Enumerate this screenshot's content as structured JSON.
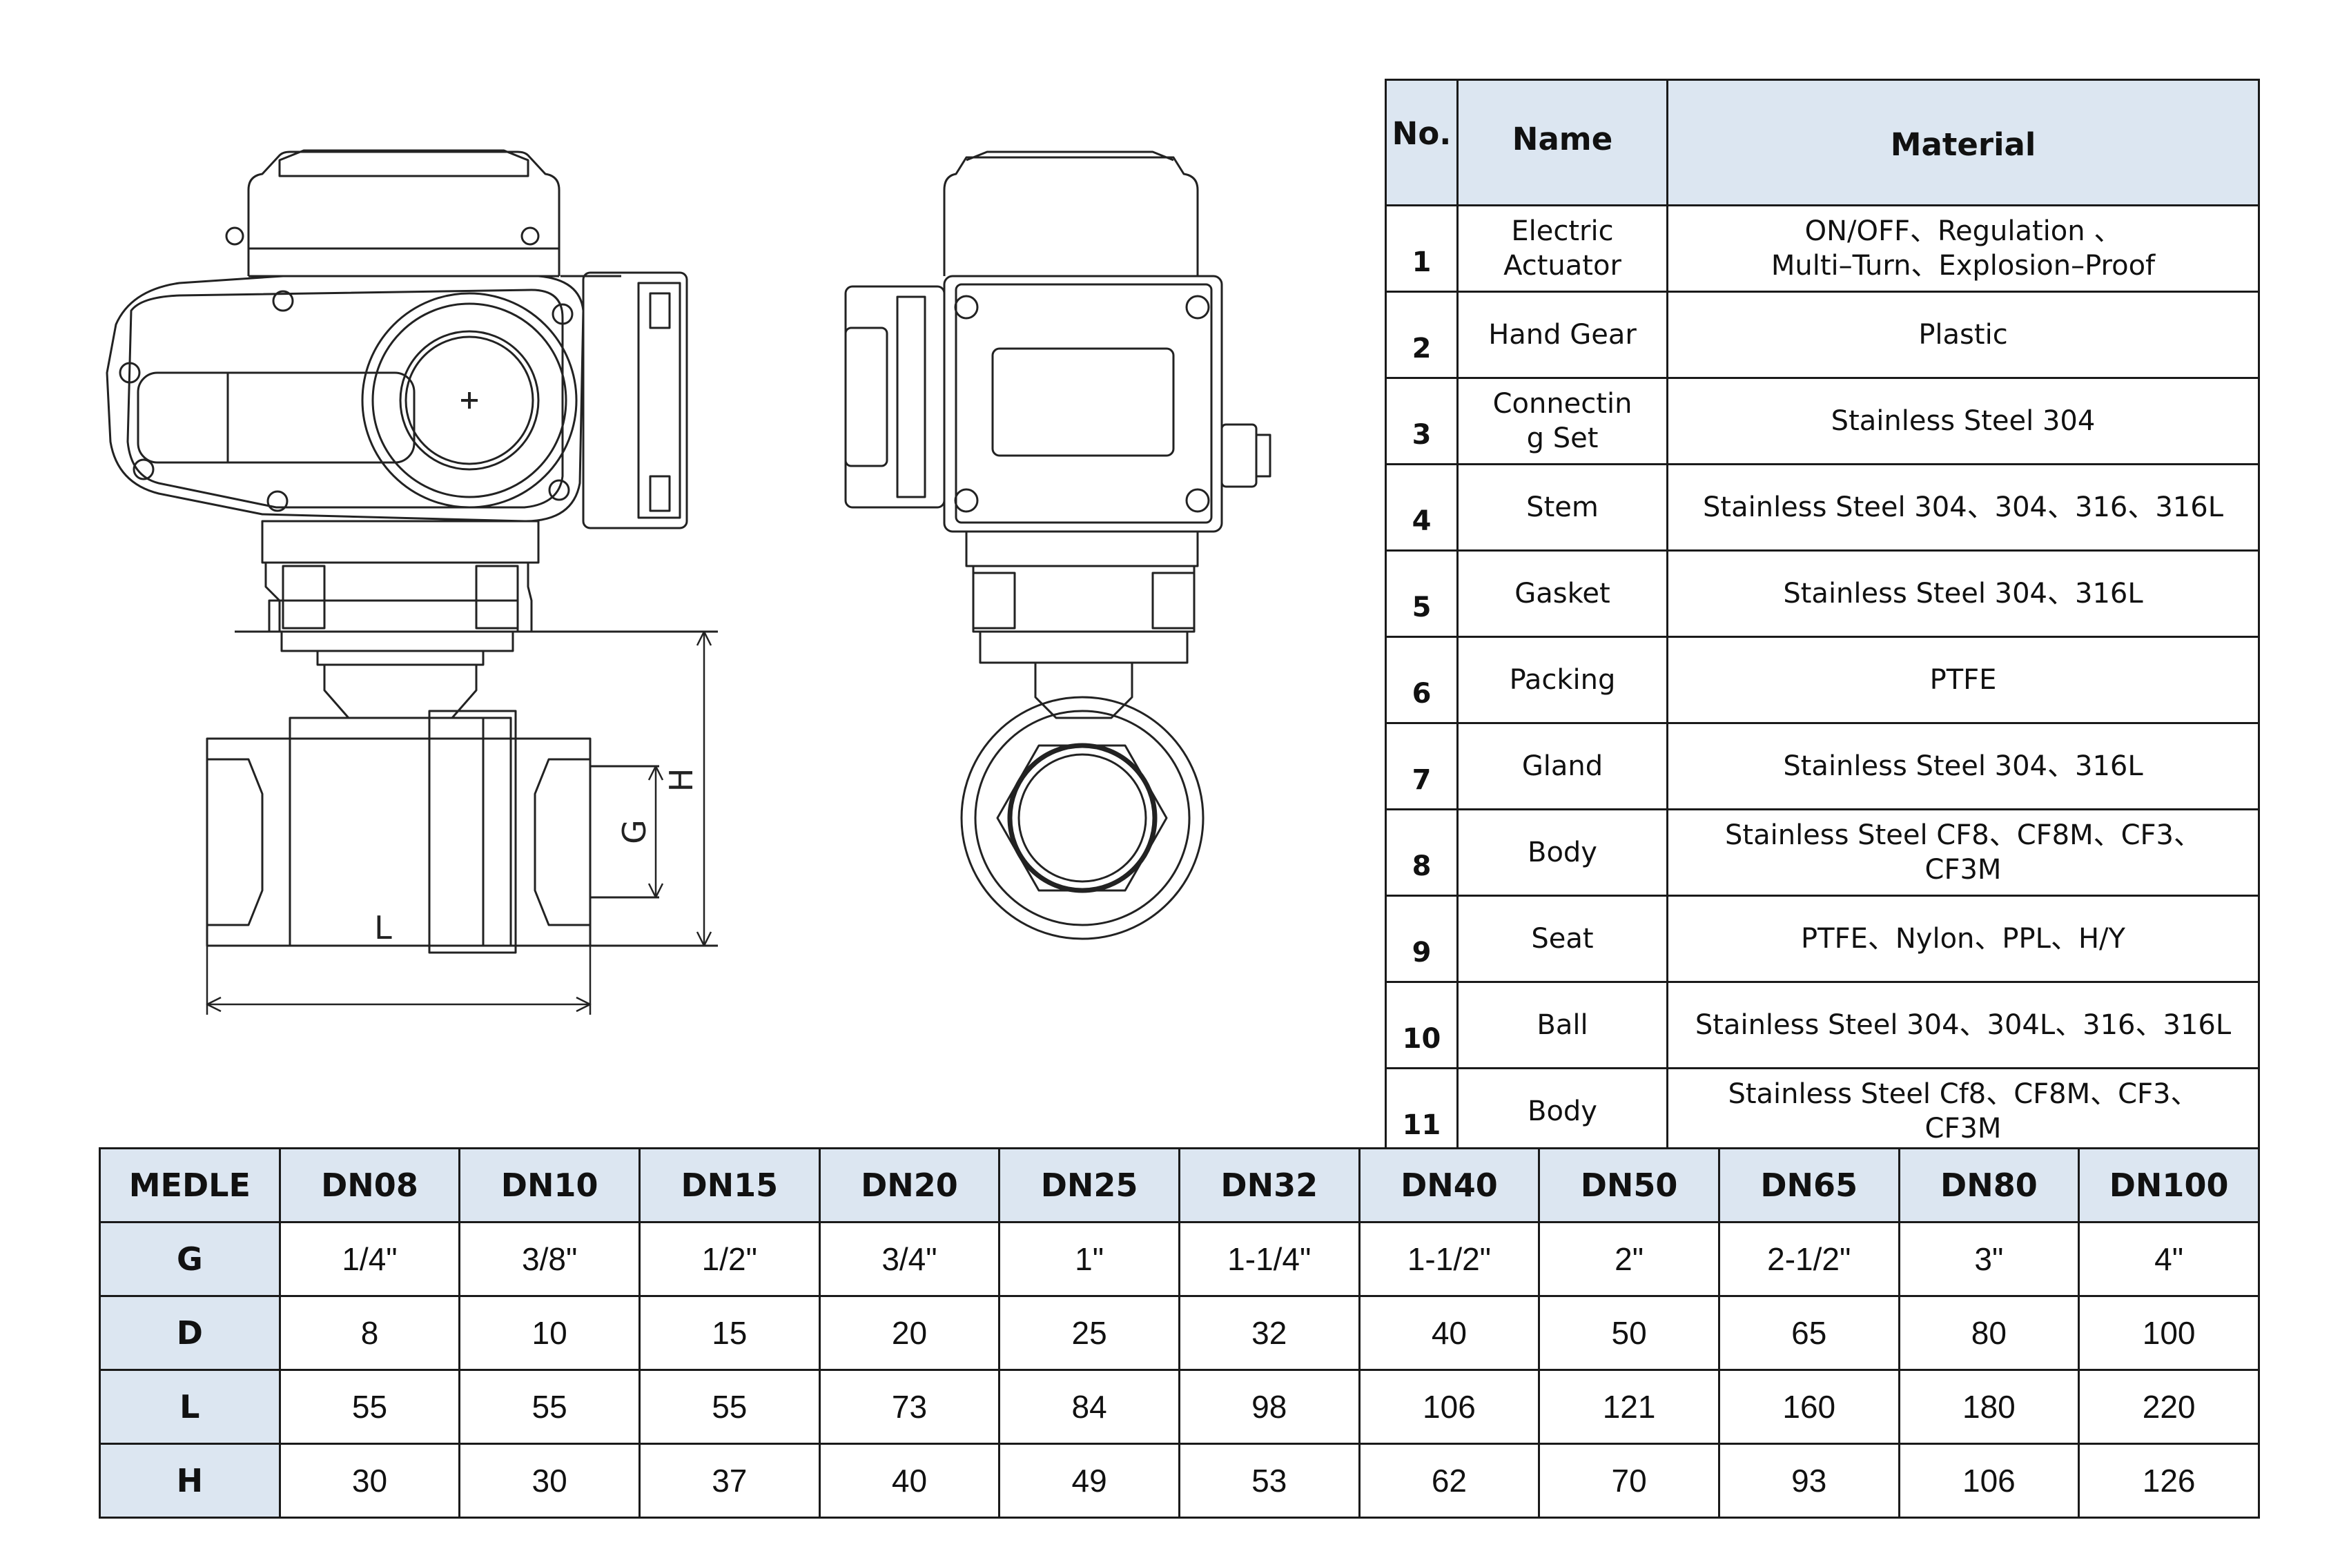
{
  "drawing": {
    "dim_labels": {
      "h": "H",
      "g": "G",
      "l": "L"
    }
  },
  "materials": {
    "headers": {
      "no": "No.",
      "name": "Name",
      "material": "Material"
    },
    "rows": [
      {
        "no": "1",
        "name": [
          "Electric",
          "Actuator"
        ],
        "material": [
          "ON/OFF、Regulation 、",
          "Multi–Turn、Explosion–Proof"
        ]
      },
      {
        "no": "2",
        "name": [
          "Hand Gear"
        ],
        "material": [
          "Plastic"
        ]
      },
      {
        "no": "3",
        "name": [
          "Connectin",
          "g Set"
        ],
        "material": [
          "Stainless Steel 304"
        ]
      },
      {
        "no": "4",
        "name": [
          "Stem"
        ],
        "material": [
          "Stainless Steel 304、304、316、316L"
        ]
      },
      {
        "no": "5",
        "name": [
          "Gasket"
        ],
        "material": [
          "Stainless Steel 304、316L"
        ]
      },
      {
        "no": "6",
        "name": [
          "Packing"
        ],
        "material": [
          "PTFE"
        ]
      },
      {
        "no": "7",
        "name": [
          "Gland"
        ],
        "material": [
          "Stainless Steel 304、316L"
        ]
      },
      {
        "no": "8",
        "name": [
          "Body"
        ],
        "material": [
          "Stainless Steel CF8、CF8M、CF3、",
          "CF3M"
        ]
      },
      {
        "no": "9",
        "name": [
          "Seat"
        ],
        "material": [
          "PTFE、Nylon、PPL、H/Y"
        ]
      },
      {
        "no": "10",
        "name": [
          "Ball"
        ],
        "material": [
          "Stainless Steel 304、304L、316、316L"
        ]
      },
      {
        "no": "11",
        "name": [
          "Body"
        ],
        "material": [
          "Stainless Steel Cf8、CF8M、CF3、",
          "CF3M"
        ]
      }
    ]
  },
  "dimensions": {
    "corner": "MEDLE",
    "sizes": [
      "DN08",
      "DN10",
      "DN15",
      "DN20",
      "DN25",
      "DN32",
      "DN40",
      "DN50",
      "DN65",
      "DN80",
      "DN100"
    ],
    "rows": [
      {
        "label": "G",
        "values": [
          "1/4\"",
          "3/8\"",
          "1/2\"",
          "3/4\"",
          "1\"",
          "1-1/4\"",
          "1-1/2\"",
          "2\"",
          "2-1/2\"",
          "3\"",
          "4\""
        ]
      },
      {
        "label": "D",
        "values": [
          "8",
          "10",
          "15",
          "20",
          "25",
          "32",
          "40",
          "50",
          "65",
          "80",
          "100"
        ]
      },
      {
        "label": "L",
        "values": [
          "55",
          "55",
          "55",
          "73",
          "84",
          "98",
          "106",
          "121",
          "160",
          "180",
          "220"
        ]
      },
      {
        "label": "H",
        "values": [
          "30",
          "30",
          "37",
          "40",
          "49",
          "53",
          "62",
          "70",
          "93",
          "106",
          "126"
        ]
      }
    ]
  }
}
